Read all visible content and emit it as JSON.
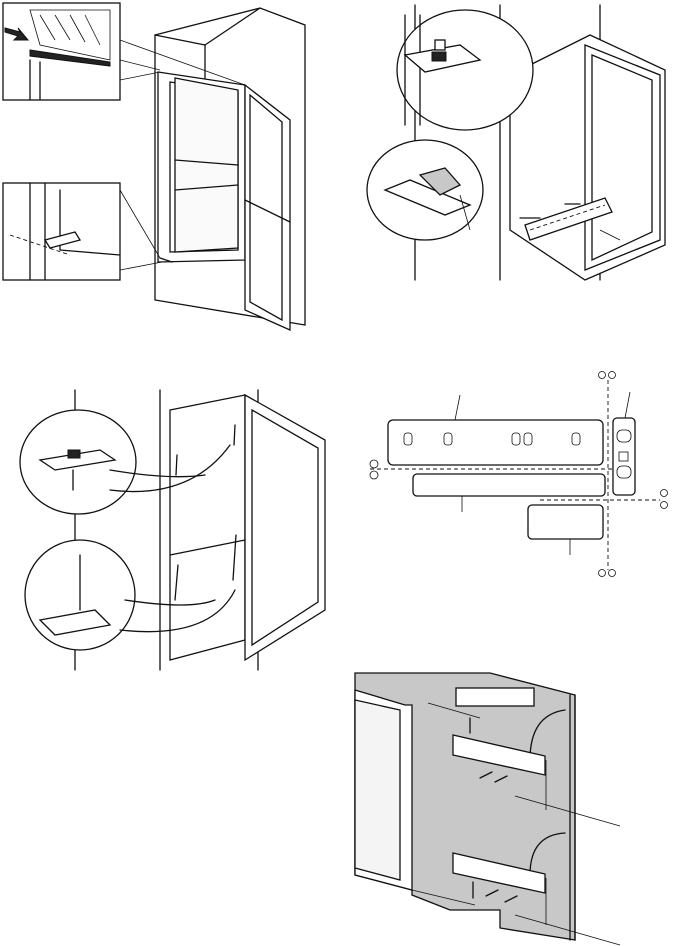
{
  "figures": [
    {
      "id": "fig-door-seal-and-hinge",
      "icons": [
        "arrow-icon",
        "hinge-icon"
      ]
    },
    {
      "id": "fig-hinge-cover-and-vent",
      "icons": [
        "hinge-cover-icon",
        "vent-grille-icon"
      ]
    },
    {
      "id": "fig-screw-mounting",
      "icons": [
        "screw-icon"
      ]
    },
    {
      "id": "fig-cut-bracket-parts",
      "icons": [
        "scissors-icon"
      ]
    },
    {
      "id": "fig-door-bracket-mounting",
      "icons": [
        "bracket-icon",
        "screw-icon",
        "dimension-arrow-icon"
      ]
    }
  ],
  "colors": {
    "line": "#111111",
    "panel": "#c8c8c8",
    "background": "#ffffff"
  }
}
